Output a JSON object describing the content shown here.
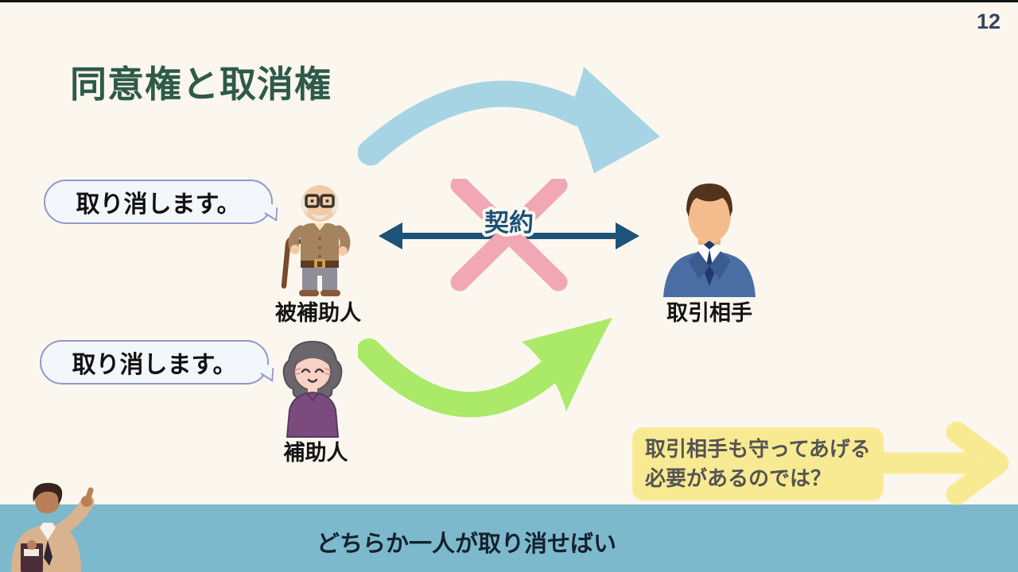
{
  "page": {
    "number": "12",
    "title": "同意権と取消権"
  },
  "bubbles": {
    "top": "取り消します。",
    "bottom": "取り消します。"
  },
  "actors": {
    "assisted": {
      "label": "被補助人"
    },
    "assistant": {
      "label": "補助人"
    },
    "counterparty": {
      "label": "取引相手"
    }
  },
  "contract": {
    "label": "契約"
  },
  "note": {
    "line1": "取引相手も守ってあげる",
    "line2": "必要があるのでは？"
  },
  "footer": {
    "text": "どちらか一人が取り消せばい"
  },
  "colors": {
    "background": "#fbf7ee",
    "title_green": "#2e5a49",
    "contract_arrow_blue": "#1d5279",
    "cross_pink": "#f2a7b5",
    "teal_arrow": "#a7d4e4",
    "green_arrow": "#abe968",
    "yellow": "#f8ea92",
    "footer_bar": "#7db9cc",
    "bubble_border": "#9198c9",
    "bubble_fill": "#f3f6fb"
  }
}
